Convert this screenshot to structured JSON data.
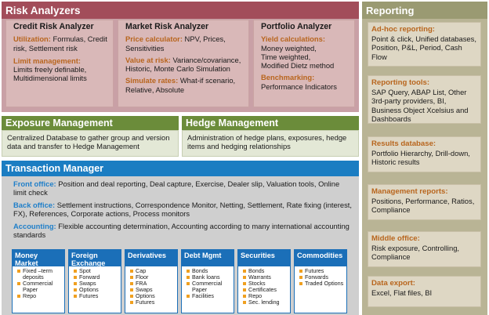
{
  "risk": {
    "title": "Risk Analyzers",
    "credit": {
      "title": "Credit Risk Analyzer",
      "utilization_label": "Utilization:",
      "utilization_text": " Formulas, Credit risk, Settlement risk",
      "limit_label": "Limit management:",
      "limit_text": "Limits freely definable, Multidimensional limits"
    },
    "market": {
      "title": "Market Risk Analyzer",
      "price_label": "Price calculator:",
      "price_text": " NPV, Prices, Sensitivities",
      "var_label": "Value at risk:",
      "var_text": " Variance/covariance, Historic, Monte Carlo Simulation",
      "sim_label": "Simulate rates:",
      "sim_text": " What-if scenario, Relative, Absolute"
    },
    "portfolio": {
      "title": "Portfolio Analyzer",
      "yield_label": "Yield calculations:",
      "yield_lines": [
        "Money weighted,",
        "Time weighted,",
        "Modified Dietz method"
      ],
      "bench_label": "Benchmarking:",
      "bench_text": "Performance Indicators"
    }
  },
  "exposure": {
    "title": "Exposure Management",
    "text": "Centralized Database to gather group and version data and transfer to Hedge Management"
  },
  "hedge": {
    "title": "Hedge Management",
    "text": "Administration of hedge plans, exposures, hedge items and hedging relationships"
  },
  "tm": {
    "title": "Transaction Manager",
    "front_label": "Front office:",
    "front_text": " Position and deal reporting, Deal capture, Exercise, Dealer slip, Valuation tools, Online limit check",
    "back_label": "Back office:",
    "back_text": " Settlement instructions, Correspondence Monitor, Netting, Settlement, Rate fixing (interest, FX), References, Corporate actions, Process monitors",
    "acct_label": "Accounting:",
    "acct_text": " Flexible accounting determination, Accounting according to many international accounting standards",
    "categories": [
      {
        "title": "Money Market",
        "items": [
          "Fixed –term deposits",
          "Commercial Paper",
          "Repo"
        ]
      },
      {
        "title": "Foreign Exchange",
        "items": [
          "Spot",
          "Forward",
          "Swaps",
          "Options",
          "Futures"
        ]
      },
      {
        "title": "Derivatives",
        "items": [
          "Cap",
          "Floor",
          "FRA",
          "Swaps",
          "Options",
          "Futures"
        ]
      },
      {
        "title": "Debt Mgmt",
        "items": [
          "Bonds",
          "Bank loans",
          "Commercial Paper",
          "Facilities"
        ]
      },
      {
        "title": "Securities",
        "items": [
          "Bonds",
          "Warrants",
          "Stocks",
          "Certificates",
          "Repo",
          "Sec. lending"
        ]
      },
      {
        "title": "Commodities",
        "items": [
          "Futures",
          "Forwards",
          "Traded Options"
        ]
      }
    ]
  },
  "reporting": {
    "title": "Reporting",
    "boxes": [
      {
        "title": "Ad-hoc reporting:",
        "text": "Point & click, Unified databases, Position, P&L, Period, Cash Flow"
      },
      {
        "title": "Reporting tools:",
        "text": "SAP Query, ABAP List, Other 3rd-party providers, BI, Business Object Xcelsius and Dashboards"
      },
      {
        "title": "Results database:",
        "text": "Portfolio Hierarchy, Drill-down, Historic results"
      },
      {
        "title": "Management reports:",
        "text": "Positions, Performance, Ratios, Compliance"
      },
      {
        "title": "Middle office:",
        "text": "Risk exposure, Controlling, Compliance"
      },
      {
        "title": "Data export:",
        "text": "Excel, Flat files, BI"
      }
    ]
  },
  "colors": {
    "risk_header": "#a24d5a",
    "green_header": "#6b8c3a",
    "tm_header": "#1b7dc2",
    "reporting_header": "#9a9a72",
    "orange_label": "#b8651d",
    "blue_label": "#1f7fc9"
  }
}
